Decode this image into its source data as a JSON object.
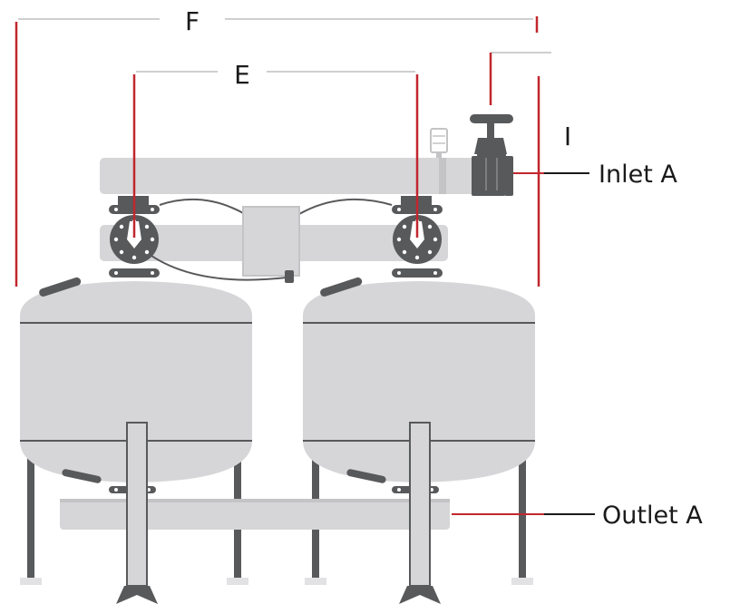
{
  "dimensions": {
    "overall_width": "F",
    "center_to_center": "E",
    "inlet_height": "I"
  },
  "ports": {
    "inlet": "Inlet A",
    "outlet": "Outlet A"
  },
  "colors": {
    "body": "#d6d6d8",
    "body_dark": "#bcbcbe",
    "metal": "#58595b",
    "dim_line": "#c1272d",
    "leader": "#c1272d",
    "guide": "#cfcfcf"
  }
}
